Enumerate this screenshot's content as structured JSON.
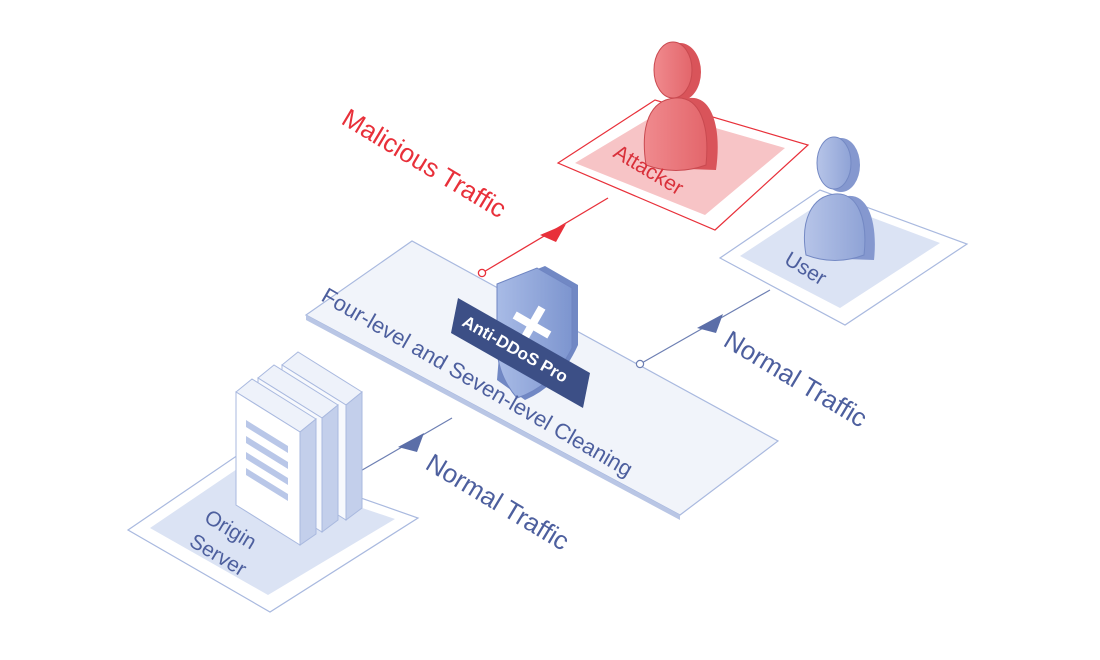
{
  "colors": {
    "attack_red": "#e8303a",
    "attack_fill": "#f2a6a8",
    "normal_blue": "#4d5f9e",
    "light_blue": "#a9b9df",
    "shield_blue": "#8fa6db",
    "panel_fill": "#eef1f9",
    "banner_navy": "#3c4f86"
  },
  "labels": {
    "malicious_traffic": "Malicious Traffic",
    "attacker": "Attacker",
    "user": "User",
    "normal_traffic_user": "Normal Traffic",
    "normal_traffic_server": "Normal Traffic",
    "anti_ddos": "Anti-DDoS Pro",
    "cleaning": "Four-level and Seven-level Cleaning",
    "origin": "Origin",
    "server": "Server"
  },
  "icons": [
    "attacker-person-icon",
    "user-person-icon",
    "shield-plus-icon",
    "server-rack-icon"
  ]
}
